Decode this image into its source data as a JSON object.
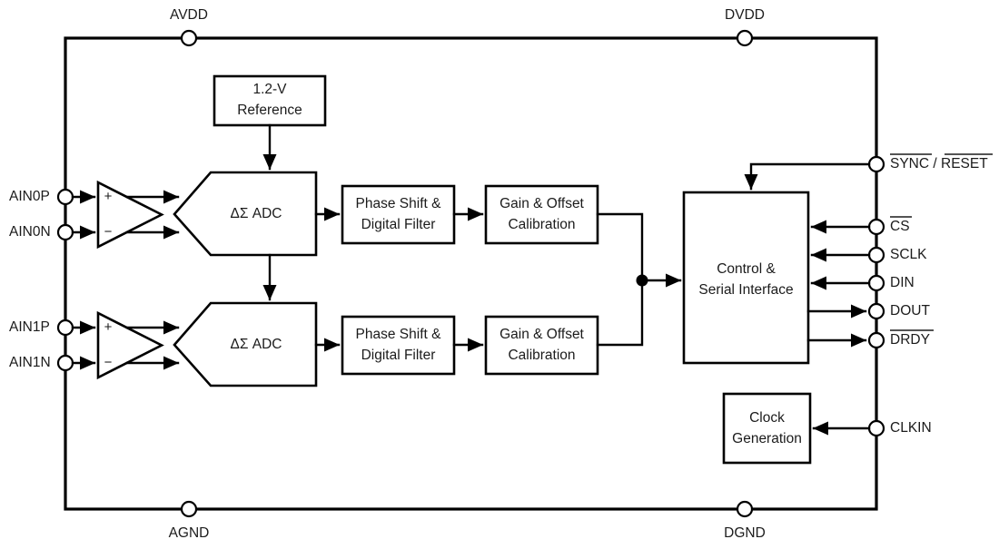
{
  "diagram": {
    "title": "Delta-Sigma ADC Functional Block Diagram",
    "colors": {
      "line": "#000000",
      "text": "#1b1b1b",
      "background": "#ffffff"
    }
  },
  "blocks": {
    "reference": {
      "line1": "1.2-V",
      "line2": "Reference"
    },
    "adc0": {
      "label": "ΔΣ ADC"
    },
    "adc1": {
      "label": "ΔΣ ADC"
    },
    "filter0": {
      "line1": "Phase Shift &",
      "line2": "Digital Filter"
    },
    "filter1": {
      "line1": "Phase Shift &",
      "line2": "Digital Filter"
    },
    "cal0": {
      "line1": "Gain & Offset",
      "line2": "Calibration"
    },
    "cal1": {
      "line1": "Gain & Offset",
      "line2": "Calibration"
    },
    "control": {
      "line1": "Control &",
      "line2": "Serial Interface"
    },
    "clock": {
      "line1": "Clock",
      "line2": "Generation"
    }
  },
  "amplifiers": {
    "amp0": {
      "plus": "+",
      "minus": "−"
    },
    "amp1": {
      "plus": "+",
      "minus": "−"
    }
  },
  "pins": {
    "supply_top": [
      {
        "name": "AVDD",
        "label": "AVDD"
      },
      {
        "name": "DVDD",
        "label": "DVDD"
      }
    ],
    "supply_bottom": [
      {
        "name": "AGND",
        "label": "AGND"
      },
      {
        "name": "DGND",
        "label": "DGND"
      }
    ],
    "analog_inputs": [
      {
        "name": "AIN0P",
        "label": "AIN0P"
      },
      {
        "name": "AIN0N",
        "label": "AIN0N"
      },
      {
        "name": "AIN1P",
        "label": "AIN1P"
      },
      {
        "name": "AIN1N",
        "label": "AIN1N"
      }
    ],
    "digital": [
      {
        "name": "SYNC_RESET",
        "label_part1": "SYNC",
        "separator": " / ",
        "label_part2": "RESET",
        "active_low_1": true,
        "active_low_2": true,
        "direction": "input"
      },
      {
        "name": "CS",
        "label": "CS",
        "active_low": true,
        "direction": "input"
      },
      {
        "name": "SCLK",
        "label": "SCLK",
        "active_low": false,
        "direction": "input"
      },
      {
        "name": "DIN",
        "label": "DIN",
        "active_low": false,
        "direction": "input"
      },
      {
        "name": "DOUT",
        "label": "DOUT",
        "active_low": false,
        "direction": "output"
      },
      {
        "name": "DRDY",
        "label": "DRDY",
        "active_low": true,
        "direction": "output"
      },
      {
        "name": "CLKIN",
        "label": "CLKIN",
        "active_low": false,
        "direction": "input"
      }
    ]
  }
}
